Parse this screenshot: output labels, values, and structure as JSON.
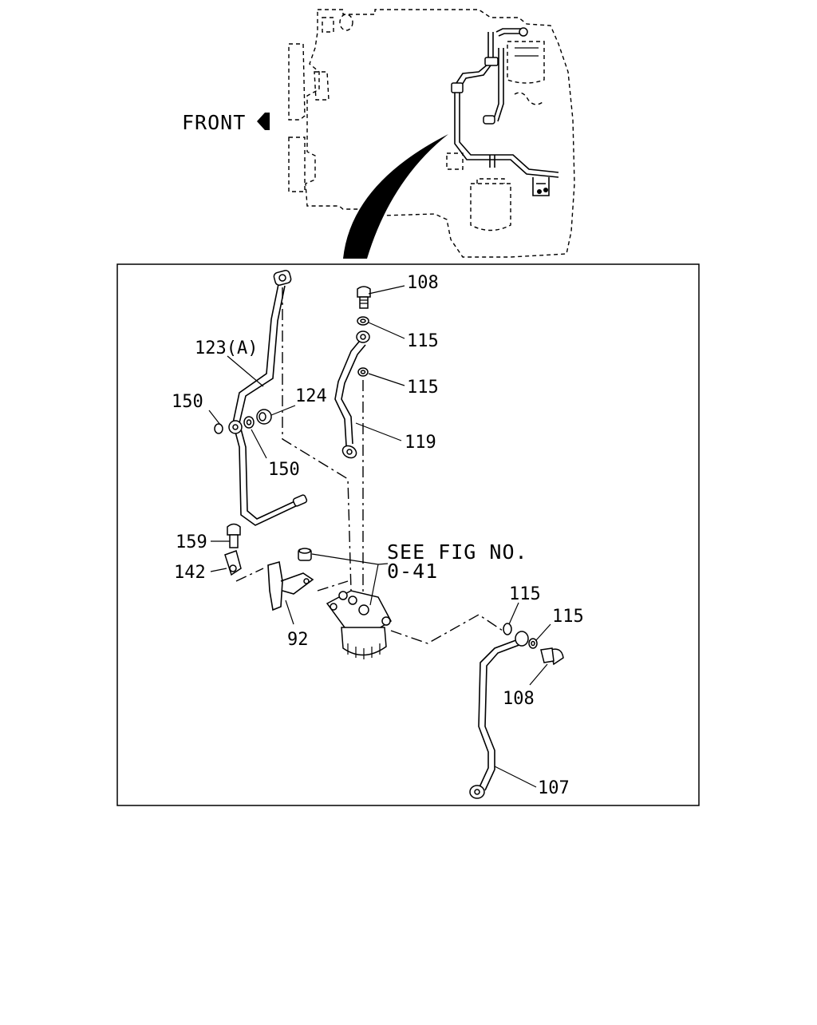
{
  "front_label": "FRONT",
  "note": {
    "line1": "SEE FIG NO.",
    "line2": "0-41"
  },
  "callouts": {
    "c108_top": "108",
    "c115_a": "115",
    "c115_b": "115",
    "c119": "119",
    "c123a": "123(A)",
    "c124": "124",
    "c150_left": "150",
    "c150_mid": "150",
    "c159": "159",
    "c142": "142",
    "c92": "92",
    "c115_c": "115",
    "c115_d": "115",
    "c108_bottom": "108",
    "c107": "107"
  }
}
